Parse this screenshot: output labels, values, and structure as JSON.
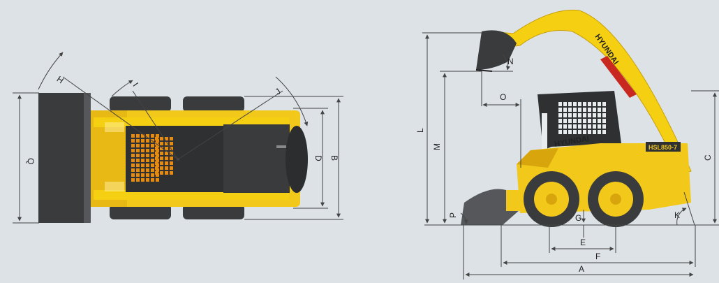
{
  "brand": "HYUNDAI",
  "model": "HSL850-7",
  "colors": {
    "background": "#dde2e7",
    "body_yellow": "#f2c81b",
    "body_yellow_dark": "#d8a60c",
    "boom_yellow": "#f5cf12",
    "tire": "#3a3b3d",
    "tire_light": "#6b6d70",
    "cab_dark": "#2f3032",
    "grille": "#e58b0f",
    "accent_red": "#c8281f",
    "dimension_line": "#444444"
  },
  "top_view": {
    "labels": {
      "H": "H",
      "I": "I",
      "J": "J",
      "Q": "Q",
      "D": "D",
      "B": "B"
    }
  },
  "side_view": {
    "labels": {
      "L": "L",
      "M": "M",
      "N": "N",
      "O": "O",
      "P": "P",
      "C": "C",
      "G": "G",
      "K": "K",
      "E": "E",
      "F": "F",
      "A": "A"
    }
  }
}
